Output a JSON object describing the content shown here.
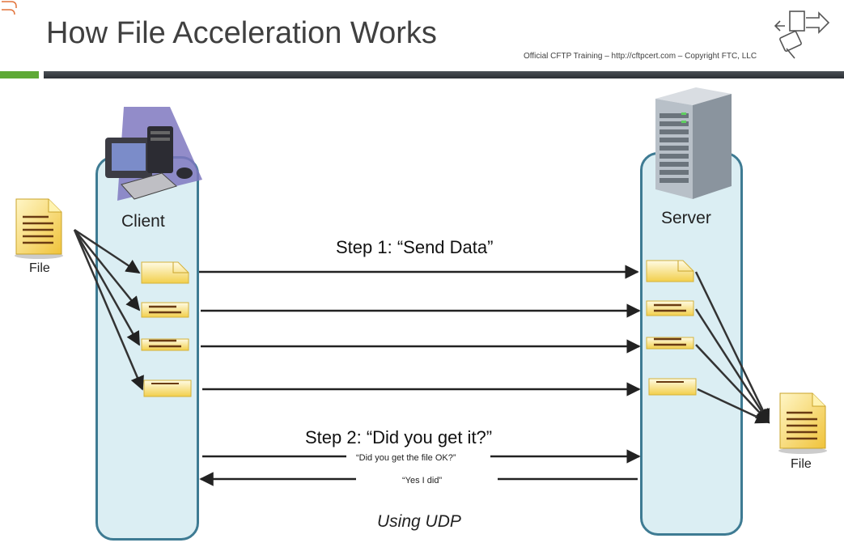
{
  "slide": {
    "title": "How File Acceleration Works",
    "copyright": "Official CFTP Training – http://cftpcert.com – Copyright FTC, LLC"
  },
  "client": {
    "label": "Client",
    "icon": "desktop-computer-icon"
  },
  "server": {
    "label": "Server",
    "icon": "server-tower-icon"
  },
  "files": {
    "left_label": "File",
    "right_label": "File"
  },
  "steps": {
    "step1": "Step 1: “Send Data”",
    "step2": "Step 2: “Did you get it?”",
    "question": "“Did you get the file OK?”",
    "answer": "“Yes I did”"
  },
  "protocol": "Using UDP",
  "colors": {
    "column_fill": "#dbeef3",
    "column_border": "#3e7b93",
    "accent_green": "#5ea935",
    "file_yellow": "#f5d64e"
  }
}
